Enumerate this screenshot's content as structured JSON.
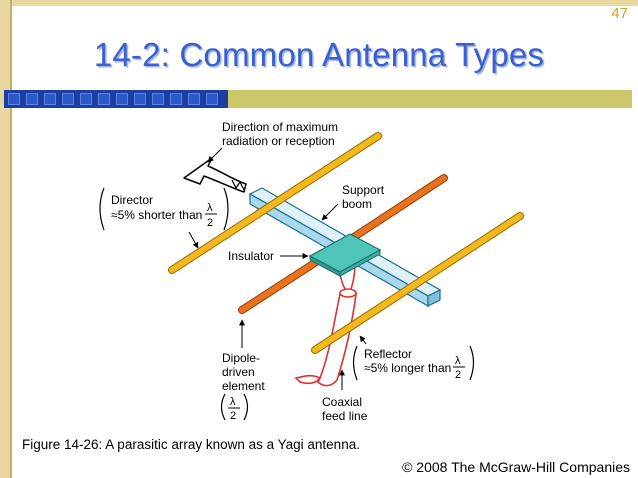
{
  "slide": {
    "number": "47",
    "title": "14-2: Common Antenna Types",
    "caption": "Figure 14-26: A parasitic array known as a Yagi antenna.",
    "copyright": "© 2008 The McGraw-Hill Companies"
  },
  "diagram": {
    "labels": {
      "direction_line1": "Direction of maximum",
      "direction_line2": "radiation or reception",
      "director_line1": "Director",
      "director_line2": "≈5% shorter than",
      "support_line1": "Support",
      "support_line2": "boom",
      "insulator": "Insulator",
      "dipole_line1": "Dipole-",
      "dipole_line2": "driven",
      "dipole_line3": "element",
      "reflector_line1": "Reflector",
      "reflector_line2": "≈5% longer than",
      "coax_line1": "Coaxial",
      "coax_line2": "feed line",
      "lambda": "λ",
      "two": "2"
    }
  },
  "colors": {
    "title": "#3a5fd0",
    "slide_number": "#d2a515",
    "director_element": "#f2b81c",
    "driven_element": "#e8721e",
    "reflector_element": "#f2b81c",
    "boom": "#bfe3f2",
    "insulator": "#4fc4b8",
    "coax": "#e03030",
    "bar_blue": "#1b3fa0",
    "bar_olive": "#ccc86a"
  }
}
